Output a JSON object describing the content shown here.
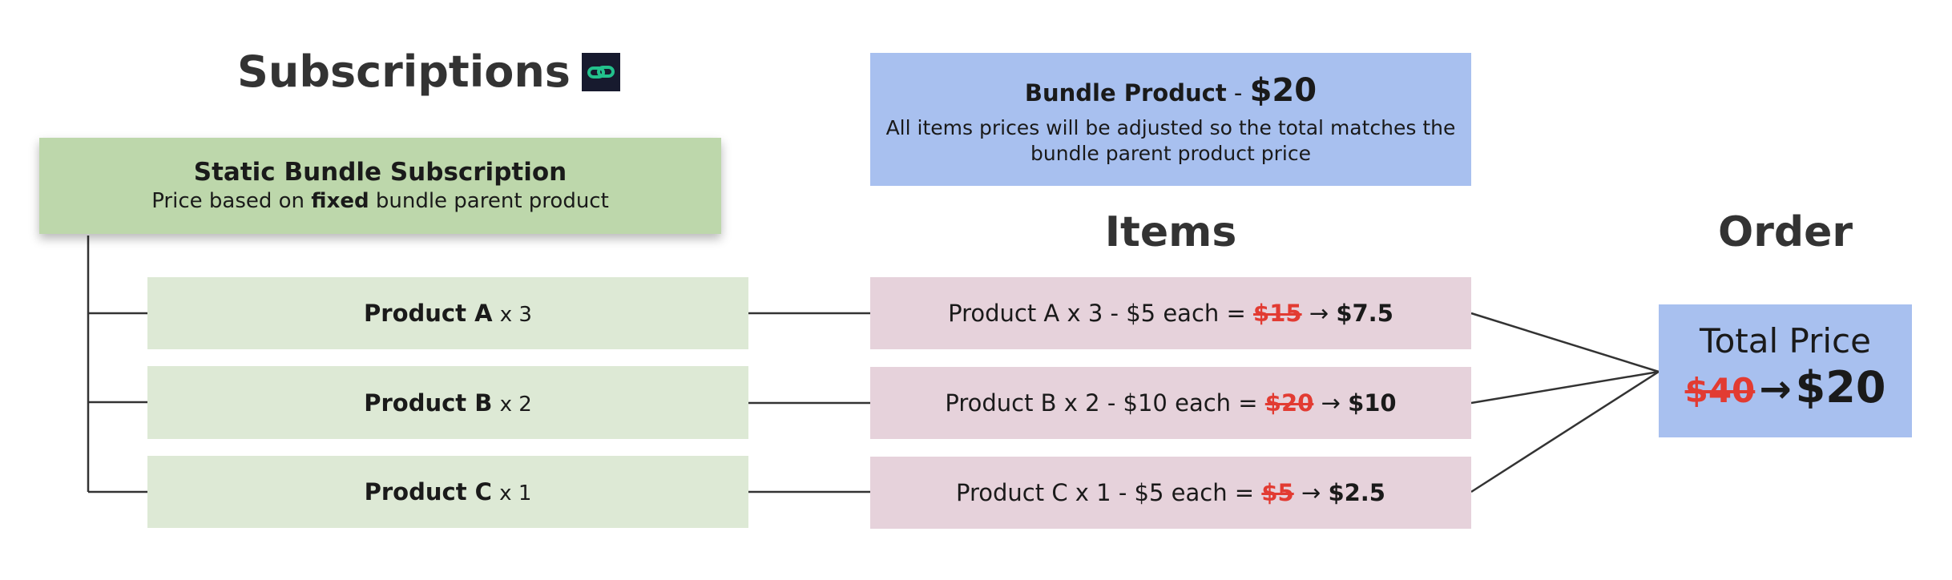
{
  "subscriptions": {
    "title": "Subscriptions",
    "logo_icon": "link-icon",
    "logo_colors": {
      "bg": "#171a2e",
      "fg": "#23c18c"
    }
  },
  "static_bundle": {
    "title": "Static Bundle Subscription",
    "desc_pre": "Price based on ",
    "desc_bold": "fixed",
    "desc_post": " bundle parent product",
    "color": "#bdd7ab"
  },
  "products": [
    {
      "name": "Product A",
      "qty": "x 3"
    },
    {
      "name": "Product B",
      "qty": "x 2"
    },
    {
      "name": "Product C",
      "qty": "x 1"
    }
  ],
  "bundle_product": {
    "label": "Bundle Product",
    "sep": " - ",
    "price": "$20",
    "line1": "All items prices will be adjusted so the total matches the",
    "line2": "bundle parent product price",
    "color": "#a8c0ef"
  },
  "items_heading": "Items",
  "items": [
    {
      "desc": "Product A x 3 - $5 each = ",
      "old": "$15",
      "arrow": "→",
      "new": "$7.5"
    },
    {
      "desc": "Product B x 2 - $10 each = ",
      "old": "$20",
      "arrow": "→",
      "new": "$10"
    },
    {
      "desc": "Product C x 1 - $5 each = ",
      "old": "$5",
      "arrow": "→",
      "new": "$2.5"
    }
  ],
  "order": {
    "heading": "Order",
    "label": "Total Price",
    "old": "$40",
    "arrow": "→",
    "new": "$20",
    "color": "#a8c0ef"
  },
  "colors": {
    "product_box": "#dde9d5",
    "item_box": "#e6d2db",
    "strike": "#e23b32",
    "line": "#333333"
  }
}
